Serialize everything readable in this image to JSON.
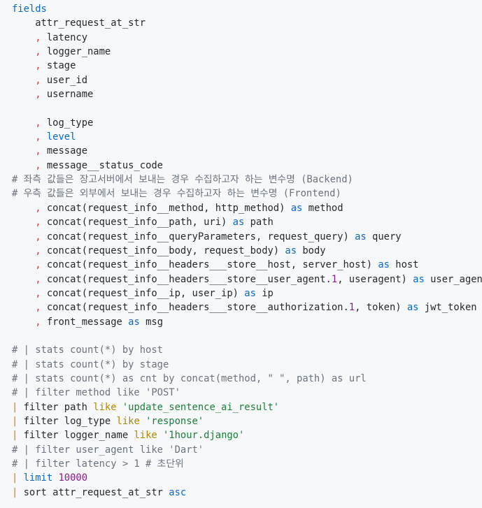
{
  "lines": [
    [
      {
        "t": "fields",
        "c": "kw"
      }
    ],
    [
      {
        "t": "    attr_request_at_str"
      }
    ],
    [
      {
        "t": "    "
      },
      {
        "t": ",",
        "c": "op"
      },
      {
        "t": " latency"
      }
    ],
    [
      {
        "t": "    "
      },
      {
        "t": ",",
        "c": "op"
      },
      {
        "t": " logger_name"
      }
    ],
    [
      {
        "t": "    "
      },
      {
        "t": ",",
        "c": "op"
      },
      {
        "t": " stage"
      }
    ],
    [
      {
        "t": "    "
      },
      {
        "t": ",",
        "c": "op"
      },
      {
        "t": " user_id"
      }
    ],
    [
      {
        "t": "    "
      },
      {
        "t": ",",
        "c": "op"
      },
      {
        "t": " username"
      }
    ],
    [],
    [
      {
        "t": "    "
      },
      {
        "t": ",",
        "c": "op"
      },
      {
        "t": " log_type"
      }
    ],
    [
      {
        "t": "    "
      },
      {
        "t": ",",
        "c": "op"
      },
      {
        "t": " "
      },
      {
        "t": "level",
        "c": "kw"
      }
    ],
    [
      {
        "t": "    "
      },
      {
        "t": ",",
        "c": "op"
      },
      {
        "t": " message"
      }
    ],
    [
      {
        "t": "    "
      },
      {
        "t": ",",
        "c": "op"
      },
      {
        "t": " message__status_code"
      }
    ],
    [
      {
        "t": "# 좌측 값들은 장고서버에서 보내는 경우 수집하고자 하는 변수명 (Backend)",
        "c": "cm"
      }
    ],
    [
      {
        "t": "# 우측 값들은 외부에서 보내는 경우 수집하고자 하는 변수명 (Frontend)",
        "c": "cm"
      }
    ],
    [
      {
        "t": "    "
      },
      {
        "t": ",",
        "c": "op"
      },
      {
        "t": " concat(request_info__method, http_method) "
      },
      {
        "t": "as",
        "c": "kw"
      },
      {
        "t": " method"
      }
    ],
    [
      {
        "t": "    "
      },
      {
        "t": ",",
        "c": "op"
      },
      {
        "t": " concat(request_info__path, uri) "
      },
      {
        "t": "as",
        "c": "kw"
      },
      {
        "t": " path"
      }
    ],
    [
      {
        "t": "    "
      },
      {
        "t": ",",
        "c": "op"
      },
      {
        "t": " concat(request_info__queryParameters, request_query) "
      },
      {
        "t": "as",
        "c": "kw"
      },
      {
        "t": " query"
      }
    ],
    [
      {
        "t": "    "
      },
      {
        "t": ",",
        "c": "op"
      },
      {
        "t": " concat(request_info__body, request_body) "
      },
      {
        "t": "as",
        "c": "kw"
      },
      {
        "t": " body"
      }
    ],
    [
      {
        "t": "    "
      },
      {
        "t": ",",
        "c": "op"
      },
      {
        "t": " concat(request_info__headers___store__host, server_host) "
      },
      {
        "t": "as",
        "c": "kw"
      },
      {
        "t": " host"
      }
    ],
    [
      {
        "t": "    "
      },
      {
        "t": ",",
        "c": "op"
      },
      {
        "t": " concat(request_info__headers___store__user_agent."
      },
      {
        "t": "1",
        "c": "num"
      },
      {
        "t": ", useragent) "
      },
      {
        "t": "as",
        "c": "kw"
      },
      {
        "t": " user_agent"
      }
    ],
    [
      {
        "t": "    "
      },
      {
        "t": ",",
        "c": "op"
      },
      {
        "t": " concat(request_info__ip, user_ip) "
      },
      {
        "t": "as",
        "c": "kw"
      },
      {
        "t": " ip"
      }
    ],
    [
      {
        "t": "    "
      },
      {
        "t": ",",
        "c": "op"
      },
      {
        "t": " concat(request_info__headers___store__authorization."
      },
      {
        "t": "1",
        "c": "num"
      },
      {
        "t": ", token) "
      },
      {
        "t": "as",
        "c": "kw"
      },
      {
        "t": " jwt_token"
      }
    ],
    [
      {
        "t": "    "
      },
      {
        "t": ",",
        "c": "op"
      },
      {
        "t": " front_message "
      },
      {
        "t": "as",
        "c": "kw"
      },
      {
        "t": " msg"
      }
    ],
    [],
    [
      {
        "t": "# | stats count(*) by host",
        "c": "cm"
      }
    ],
    [
      {
        "t": "# | stats count(*) by stage",
        "c": "cm"
      }
    ],
    [
      {
        "t": "# | stats count(*) as cnt by concat(method, \" \", path) as url",
        "c": "cm"
      }
    ],
    [
      {
        "t": "# | filter method like 'POST'",
        "c": "cm"
      }
    ],
    [
      {
        "t": "|",
        "c": "pipe"
      },
      {
        "t": " filter path "
      },
      {
        "t": "like",
        "c": "lk"
      },
      {
        "t": " "
      },
      {
        "t": "'update_sentence_ai_result'",
        "c": "str"
      }
    ],
    [
      {
        "t": "|",
        "c": "pipe"
      },
      {
        "t": " filter log_type "
      },
      {
        "t": "like",
        "c": "lk"
      },
      {
        "t": " "
      },
      {
        "t": "'response'",
        "c": "str"
      }
    ],
    [
      {
        "t": "|",
        "c": "pipe"
      },
      {
        "t": " filter logger_name "
      },
      {
        "t": "like",
        "c": "lk"
      },
      {
        "t": " "
      },
      {
        "t": "'1hour.django'",
        "c": "str"
      }
    ],
    [
      {
        "t": "# | filter user_agent like 'Dart'",
        "c": "cm"
      }
    ],
    [
      {
        "t": "# | filter latency > 1 # 초단위",
        "c": "cm"
      }
    ],
    [
      {
        "t": "|",
        "c": "pipe"
      },
      {
        "t": " "
      },
      {
        "t": "limit",
        "c": "kw"
      },
      {
        "t": " "
      },
      {
        "t": "10000",
        "c": "num"
      }
    ],
    [
      {
        "t": "|",
        "c": "pipe"
      },
      {
        "t": " sort attr_request_at_str "
      },
      {
        "t": "asc",
        "c": "kw"
      }
    ]
  ]
}
